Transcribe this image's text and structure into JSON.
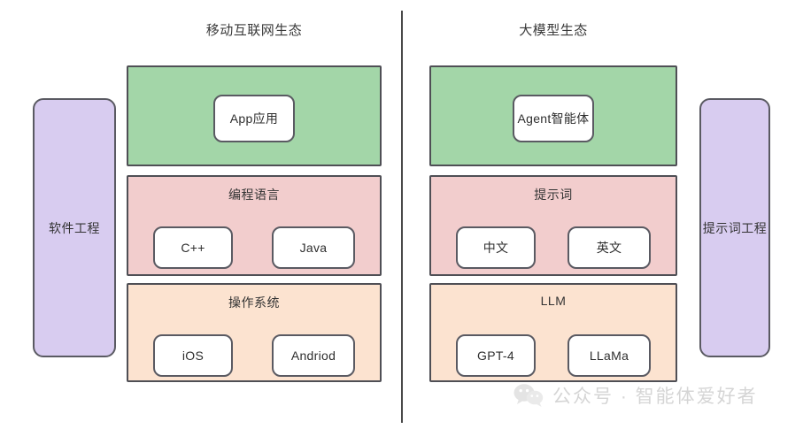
{
  "diagram": {
    "sections": {
      "left": {
        "title": "移动互联网生态",
        "pillar": "软件工程",
        "layers": [
          {
            "label": "",
            "color": "#a3d6a8",
            "chips": [
              "App应用"
            ]
          },
          {
            "label": "编程语言",
            "color": "#f2cdcd",
            "chips": [
              "C++",
              "Java"
            ]
          },
          {
            "label": "操作系统",
            "color": "#fce3d0",
            "chips": [
              "iOS",
              "Andriod"
            ]
          }
        ]
      },
      "right": {
        "title": "大模型生态",
        "pillar": "提示词工程",
        "layers": [
          {
            "label": "",
            "color": "#a3d6a8",
            "chips": [
              "Agent智能体"
            ]
          },
          {
            "label": "提示词",
            "color": "#f2cdcd",
            "chips": [
              "中文",
              "英文"
            ]
          },
          {
            "label": "LLM",
            "color": "#fce3d0",
            "chips": [
              "GPT-4",
              "LLaMa"
            ]
          }
        ]
      }
    },
    "watermark": {
      "icon": "wechat-icon",
      "text": "公众号 · 智能体爱好者"
    },
    "colors": {
      "green": "#a3d6a8",
      "pink": "#f2cdcd",
      "orange": "#fce3d0",
      "purple": "#d8ccf0",
      "border": "#4f4f55",
      "background": "#ffffff"
    }
  }
}
